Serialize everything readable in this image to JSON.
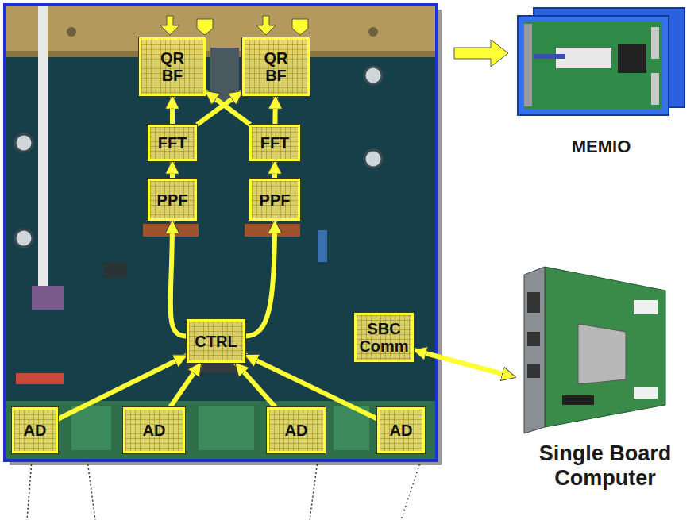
{
  "diagram": {
    "nodes": [
      {
        "text": [
          "QR BF"
        ]
      },
      {
        "text": [
          "QR BF"
        ]
      },
      {
        "text": [
          "MEMIO"
        ]
      },
      {
        "text": [
          "FFT"
        ]
      },
      {
        "text": [
          "FFT"
        ]
      },
      {
        "text": [
          "PPF"
        ]
      },
      {
        "text": [
          "PPF"
        ]
      },
      {
        "text": [
          "CTRL"
        ]
      },
      {
        "text": [
          "SBC Comm"
        ]
      },
      {
        "text": [
          "Single Board Computer"
        ]
      },
      {
        "text": [
          "AD"
        ]
      },
      {
        "text": [
          "AD"
        ]
      },
      {
        "text": [
          "AD"
        ]
      },
      {
        "text": [
          "AD"
        ]
      }
    ],
    "edges": [
      {
        "from": 10,
        "to": 7,
        "arrow": "to"
      },
      {
        "from": 11,
        "to": 7,
        "arrow": "to"
      },
      {
        "from": 12,
        "to": 7,
        "arrow": "to"
      },
      {
        "from": 13,
        "to": 7,
        "arrow": "to"
      },
      {
        "from": 7,
        "to": 5,
        "arrow": "to"
      },
      {
        "from": 7,
        "to": 6,
        "arrow": "to"
      },
      {
        "from": 5,
        "to": 3,
        "arrow": "to"
      },
      {
        "from": 6,
        "to": 4,
        "arrow": "to"
      },
      {
        "from": 3,
        "to": 0,
        "arrow": "to"
      },
      {
        "from": 3,
        "to": 1,
        "arrow": "to"
      },
      {
        "from": 4,
        "to": 1,
        "arrow": "to"
      },
      {
        "from": 4,
        "to": 0,
        "arrow": "to"
      },
      {
        "from": 8,
        "to": 9,
        "arrow": "both"
      }
    ]
  }
}
